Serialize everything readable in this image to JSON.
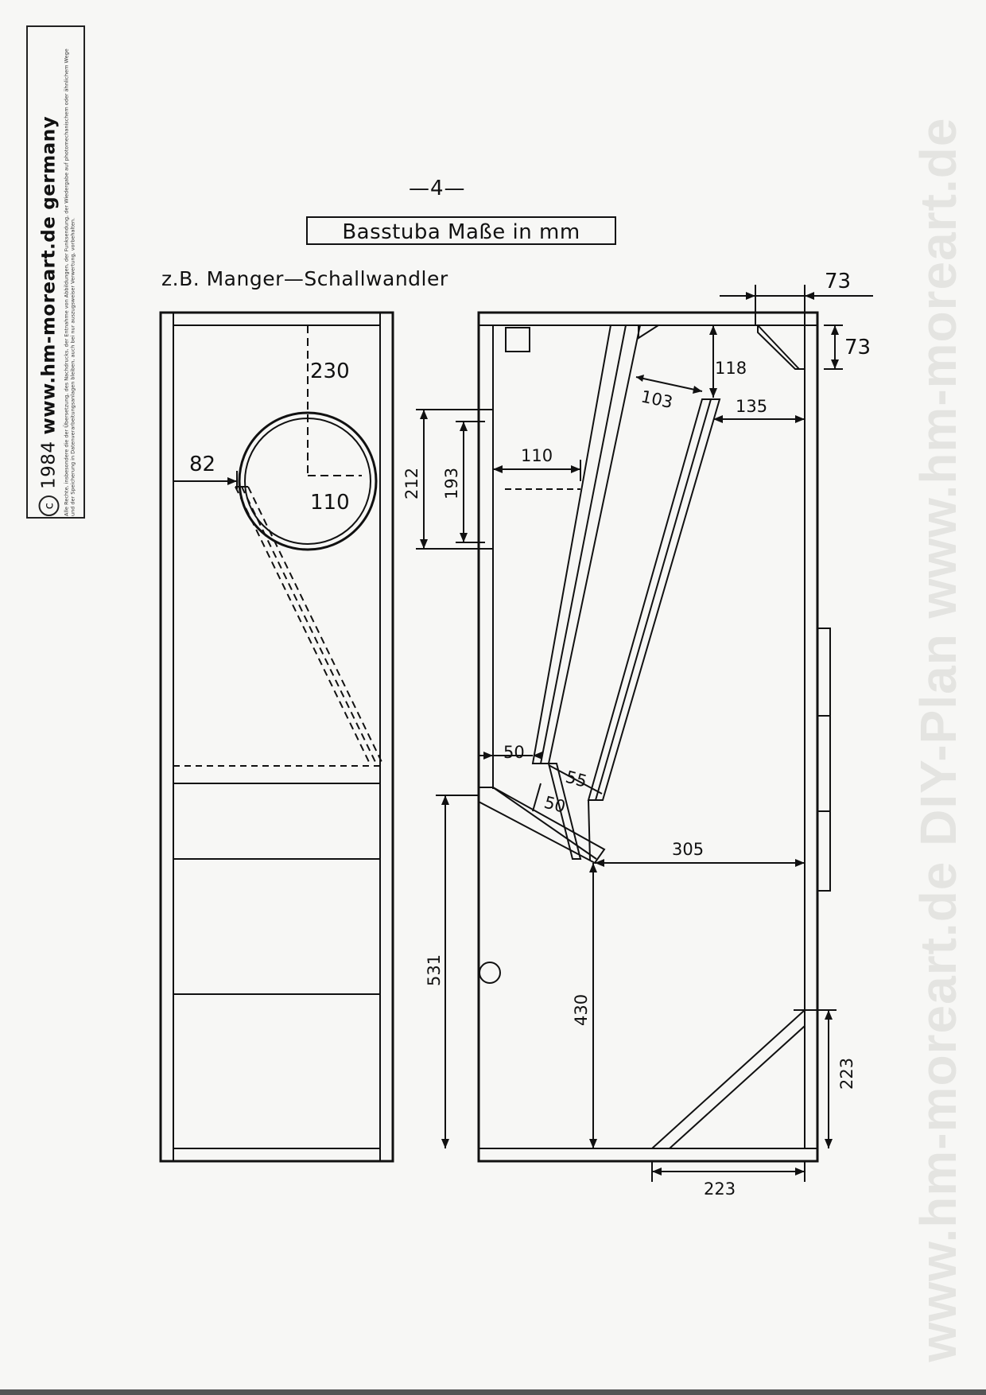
{
  "copyright": {
    "symbol": "c",
    "year": "1984",
    "site": "www.hm-moreart.de",
    "country": "germany",
    "notice": "Alle Rechte, insbesondere die der Übersetzung, des Nachdrucks, der Entnahme von Abbildungen, der Funksendung, der Wiedergabe auf photomechanischem oder ähnlichem Wege und der Speicherung in Datenverarbeitungsanlagen bleiben, auch bei nur auszugsweiser Verwertung, vorbehalten."
  },
  "watermark": "www.hm-moreart.de   DIY-Plan   www.hm-moreart.de",
  "page_number": "—4—",
  "title": "Basstuba Maße in mm",
  "subtitle": "z.B. Manger—Schallwandler",
  "front_view": {
    "dim_230": "230",
    "dim_82": "82",
    "dim_110": "110"
  },
  "side_view": {
    "dim_73_top": "73",
    "dim_73_right": "73",
    "dim_118": "118",
    "dim_103": "103",
    "dim_135": "135",
    "dim_212": "212",
    "dim_193": "193",
    "dim_110": "110",
    "dim_50_left": "50",
    "dim_55": "55",
    "dim_50_lower": "50",
    "dim_305": "305",
    "dim_531": "531",
    "dim_430": "430",
    "dim_223_right": "223",
    "dim_223_bottom": "223"
  },
  "colors": {
    "line": "#111111",
    "watermark": "#e4e4e1"
  }
}
